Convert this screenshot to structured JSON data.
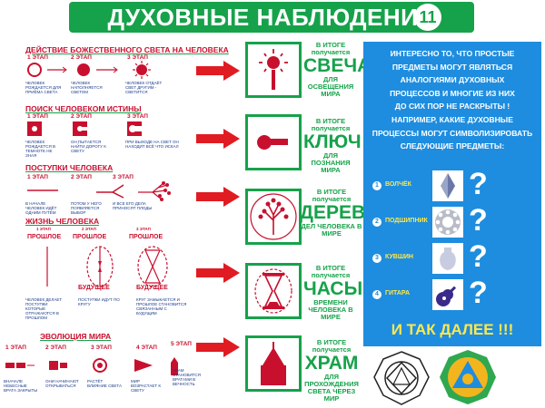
{
  "header": {
    "title": "ДУХОВНЫЕ НАБЛЮДЕНИЯ",
    "number": "11"
  },
  "colors": {
    "green": "#16a24a",
    "red": "#c8102e",
    "blue": "#1e8ddf",
    "yellow": "#ffe84a"
  },
  "sections": {
    "s1": {
      "title": "ДЕЙСТВИЕ БОЖЕСТВЕННОГО  СВЕТА НА ЧЕЛОВЕКА",
      "stages": [
        "1 ЭТАП",
        "2 ЭТАП",
        "3 ЭТАП"
      ],
      "notes": [
        "ЧЕЛОВЕК РОЖДАЕТСЯ ДЛЯ ПРИЁМА СВЕТА",
        "ЧЕЛОВЕК НАПОЛНЯЕТСЯ СВЕТОМ",
        "ЧЕЛОВЕК ОТДАЁТ СВЕТ ДРУГИМ - СВЕТИТСЯ"
      ]
    },
    "s2": {
      "title": "ПОИСК ЧЕЛОВЕКОМ ИСТИНЫ",
      "stages": [
        "1 ЭТАП",
        "2 ЭТАП",
        "3 ЭТАП"
      ],
      "notes": [
        "ЧЕЛОВЕК РОЖДАЕТСЯ В ТЕМНОТЕ НЕ ЗНАЯ",
        "ОН ПЫТАЕТСЯ НАЙТИ ДОРОГУ К СВЕТУ",
        "ПРИ ВЫХОДЕ НА СВЕТ ОН НАХОДИТ ВСЁ ЧТО ИСКАЛ"
      ]
    },
    "s3": {
      "title": "ПОСТУПКИ ЧЕЛОВЕКА",
      "stages": [
        "1 ЭТАП",
        "2 ЭТАП",
        "3 ЭТАП"
      ],
      "notes": [
        "В НАЧАЛЕ ЧЕЛОВЕК ИДЁТ ОДНИМ ПУТЁМ",
        "ПОТОМ У НЕГО ПОЯВЛЯЕТСЯ ВЫБОР",
        "И ВСЕ ЕГО ДЕЛА ПРИНОСЯТ ПЛОДЫ"
      ]
    },
    "s4": {
      "title": "ЖИЗНЬ ЧЕЛОВЕКА",
      "stages": [
        "1 ЭТАП",
        "2 ЭТАП",
        "3 ЭТАП"
      ],
      "past": "ПРОШЛОЕ",
      "future": "БУДУЩЕЕ",
      "notes": [
        "ЧЕЛОВЕК ДЕЛАЕТ ПОСТУПКИ КОТОРЫЕ ОТРАЖАЮТСЯ В ПРОШЛОМ",
        "ПОСТУПКИ ИДУТ ПО КРУГУ",
        "КРУГ ЗАМЫКАЕТСЯ И ПРОШЛОЕ СТАНОВИТСЯ СВЯЗАННЫМ С БУДУЩИМ"
      ]
    },
    "s5": {
      "title": "ЭВОЛЮЦИЯ МИРА",
      "stages": [
        "1 ЭТАП",
        "2 ЭТАП",
        "3 ЭТАП",
        "4 ЭТАП",
        "5 ЭТАП"
      ],
      "notes": [
        "ВНАЧАЛЕ НЕБЕСНЫЕ ВРАТА ЗАКРЫТЫ",
        "ОНИ НАЧИНАЮТ ОТКРЫВАТЬСЯ",
        "РАСТЁТ ВЛИЯНИЕ СВЕТА",
        "МИР ВОЗРАСТАЕТ К СВЕТУ",
        "ХРАМ СТАНОВИТСЯ ВРАТАМИ В ВЕЧНОСТЬ"
      ]
    }
  },
  "results": [
    {
      "pre": "В ИТОГЕ получается",
      "big": "СВЕЧА",
      "post": "ДЛЯ ОСВЕЩЕНИЯ МИРА"
    },
    {
      "pre": "В ИТОГЕ получается",
      "big": "КЛЮЧ",
      "post": "ДЛЯ ПОЗНАНИЯ МИРА"
    },
    {
      "pre": "В ИТОГЕ получается",
      "big": "ДЕРЕВО",
      "post": "ДЕЛ ЧЕЛОВЕКА В МИРЕ"
    },
    {
      "pre": "В ИТОГЕ получается",
      "big": "ЧАСЫ",
      "post": "ВРЕМЕНИ ЧЕЛОВЕКА В МИРЕ"
    },
    {
      "pre": "В ИТОГЕ получается",
      "big": "ХРАМ",
      "post": "ДЛЯ ПРОХОЖДЕНИЯ СВЕТА ЧЕРЕЗ МИР"
    }
  ],
  "info": {
    "lines": [
      "ИНТЕРЕСНО ТО, ЧТО  ПРОСТЫЕ",
      "ПРЕДМЕТЫ  МОГУТ ЯВЛЯТЬСЯ",
      "АНАЛОГИЯМИ ДУХОВНЫХ",
      "ПРОЦЕССОВ И МНОГИЕ ИЗ НИХ",
      "ДО СИХ ПОР НЕ РАСКРЫТЫ !",
      "НАПРИМЕР, КАКИЕ ДУХОВНЫЕ",
      "ПРОЦЕССЫ МОГУТ СИМВОЛИЗИРОВАТЬ",
      "СЛЕДУЮЩИЕ ПРЕДМЕТЫ:"
    ],
    "items": [
      {
        "num": "1",
        "label": "ВОЛЧЁК",
        "q": "?"
      },
      {
        "num": "2",
        "label": "ПОДШИПНИК",
        "q": "?"
      },
      {
        "num": "3",
        "label": "КУВШИН",
        "q": "?"
      },
      {
        "num": "4",
        "label": "ГИТАРА",
        "q": "?"
      }
    ],
    "etc": "И ТАК ДАЛЕЕ !!!"
  }
}
